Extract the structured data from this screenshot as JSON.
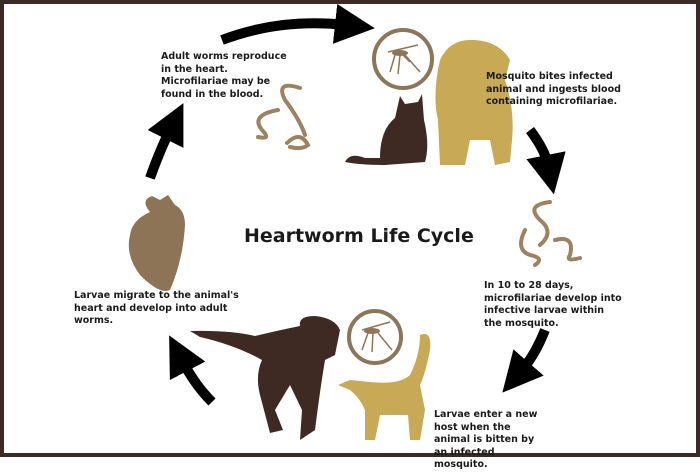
{
  "title": "Heartworm Life Cycle",
  "steps": [
    {
      "text": "Mosquito bites infected animal and ingests blood containing microfilariae."
    },
    {
      "text": "In 10 to 28 days, microfilariae develop into infective larvae within the mosquito."
    },
    {
      "text": "Larvae enter a new host when the animal is bitten by an infected mosquito."
    },
    {
      "text": "Larvae migrate to the animal's heart and develop into adult worms."
    },
    {
      "text": "Adult worms reproduce in the heart. Microfilariae may be found in the blood."
    }
  ],
  "colors": {
    "dark_brown": "#3e2a22",
    "tan": "#c8a955",
    "worm": "#9c8260",
    "heart": "#8e7457",
    "border": "#3b2b24"
  }
}
